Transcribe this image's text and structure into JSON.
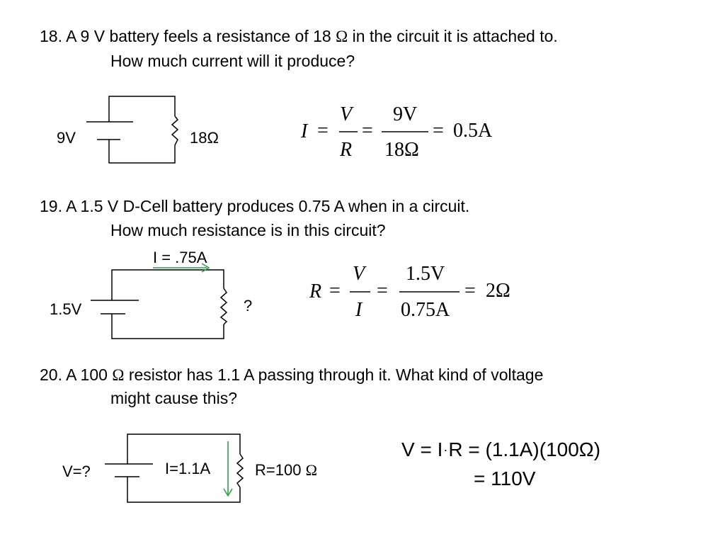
{
  "questions": {
    "q18": {
      "line1": "18. A 9 V battery feels a resistance of 18",
      "omega": "Ω",
      "line1_tail": "in the circuit it is attached to.",
      "line2": "How much current will it produce?"
    },
    "q19": {
      "line1": "19. A 1.5 V D-Cell battery produces 0.75 A when in a circuit.",
      "line2": "How much resistance is in this circuit?"
    },
    "q20": {
      "line1_pre": "20. A 100",
      "omega": "Ω",
      "line1_tail": "resistor has 1.1 A passing through it.  What kind of voltage",
      "line2": "might cause this?"
    }
  },
  "circuit18": {
    "battery_label": "9V",
    "resistor_label": "18Ω"
  },
  "circuit19": {
    "battery_label": "1.5V",
    "current_label": "I = .75A",
    "resistor_label": "?"
  },
  "circuit20": {
    "battery_label": "V=?",
    "current_label": "I=1.1A",
    "resistor_label": "R=100",
    "resistor_unit": "Ω"
  },
  "equations": {
    "eq18": {
      "lhs": "I",
      "eq1": "=",
      "frac1_num": "V",
      "frac1_den": "R",
      "eq2": "=",
      "frac2_num": "9V",
      "frac2_den": "18Ω",
      "eq3": "=",
      "rhs": "0.5A"
    },
    "eq19": {
      "lhs": "R",
      "eq1": "=",
      "frac1_num": "V",
      "frac1_den": "I",
      "eq2": "=",
      "frac2_num": "1.5V",
      "frac2_den": "0.75A",
      "eq3": "=",
      "rhs": "2Ω"
    },
    "eq20": {
      "line1_pre": "V = I",
      "dot": "·",
      "line1_post": "R = (1.1A)(100Ω)",
      "line2": "= 110V"
    }
  },
  "colors": {
    "text": "#000000",
    "wire": "#000000",
    "current_arrow": "#2e9e4f",
    "background": "#ffffff"
  }
}
